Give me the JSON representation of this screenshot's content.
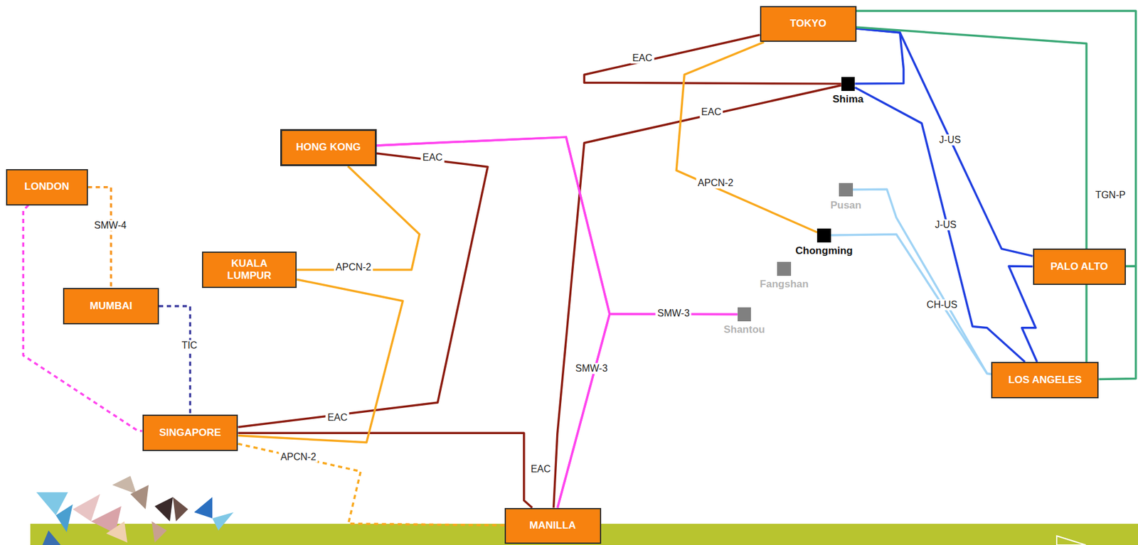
{
  "diagram": {
    "nodes": [
      {
        "text": [
          "TOKYO"
        ]
      },
      {
        "text": [
          "Shima"
        ]
      },
      {
        "text": [
          "HONG KONG"
        ]
      },
      {
        "text": [
          "LONDON"
        ]
      },
      {
        "text": [
          "Pusan"
        ]
      },
      {
        "text": [
          "Chongming"
        ]
      },
      {
        "text": [
          "KUALA LUMPUR"
        ]
      },
      {
        "text": [
          "PALO ALTO"
        ]
      },
      {
        "text": [
          "Fangshan"
        ]
      },
      {
        "text": [
          "MUMBAI"
        ]
      },
      {
        "text": [
          "Shantou"
        ]
      },
      {
        "text": [
          "LOS ANGELES"
        ]
      },
      {
        "text": [
          "SINGAPORE"
        ]
      },
      {
        "text": [
          "MANILLA"
        ]
      }
    ],
    "edges": [
      {
        "from": 3,
        "to": 9,
        "label": "SMW-4",
        "arrow": "none"
      },
      {
        "from": 9,
        "to": 12,
        "label": "TIC",
        "arrow": "none"
      },
      {
        "from": 3,
        "to": 12,
        "arrow": "none"
      },
      {
        "from": 2,
        "to": 12,
        "label": "EAC",
        "arrow": "none"
      },
      {
        "from": 12,
        "to": 13,
        "arrow": "none"
      },
      {
        "from": 13,
        "to": 1,
        "label": "EAC",
        "arrow": "none"
      },
      {
        "from": 0,
        "to": 1,
        "label": "EAC",
        "arrow": "none"
      },
      {
        "from": 2,
        "to": 6,
        "label": "APCN-2",
        "arrow": "none"
      },
      {
        "from": 6,
        "to": 12,
        "arrow": "none"
      },
      {
        "from": 12,
        "to": 13,
        "label": "APCN-2",
        "arrow": "none"
      },
      {
        "from": 0,
        "to": 5,
        "label": "APCN-2",
        "arrow": "none"
      },
      {
        "from": 2,
        "to": 10,
        "label": "SMW-3",
        "arrow": "none"
      },
      {
        "from": 13,
        "to": 2,
        "label": "SMW-3",
        "arrow": "none"
      },
      {
        "from": 13,
        "to": 10,
        "arrow": "none"
      },
      {
        "from": 0,
        "to": 1,
        "arrow": "none"
      },
      {
        "from": 0,
        "to": 7,
        "label": "J-US",
        "arrow": "none"
      },
      {
        "from": 1,
        "to": 11,
        "label": "J-US",
        "arrow": "none"
      },
      {
        "from": 7,
        "to": 11,
        "arrow": "none"
      },
      {
        "from": 4,
        "to": 11,
        "label": "CH-US",
        "arrow": "none"
      },
      {
        "from": 5,
        "to": 11,
        "arrow": "none"
      },
      {
        "from": 0,
        "to": 11,
        "label": "TGN-P",
        "arrow": "none"
      },
      {
        "from": 0,
        "to": 7,
        "arrow": "none"
      },
      {
        "from": 7,
        "to": 11,
        "arrow": "none"
      }
    ],
    "labels": [
      "EAC",
      "EAC"
    ]
  }
}
